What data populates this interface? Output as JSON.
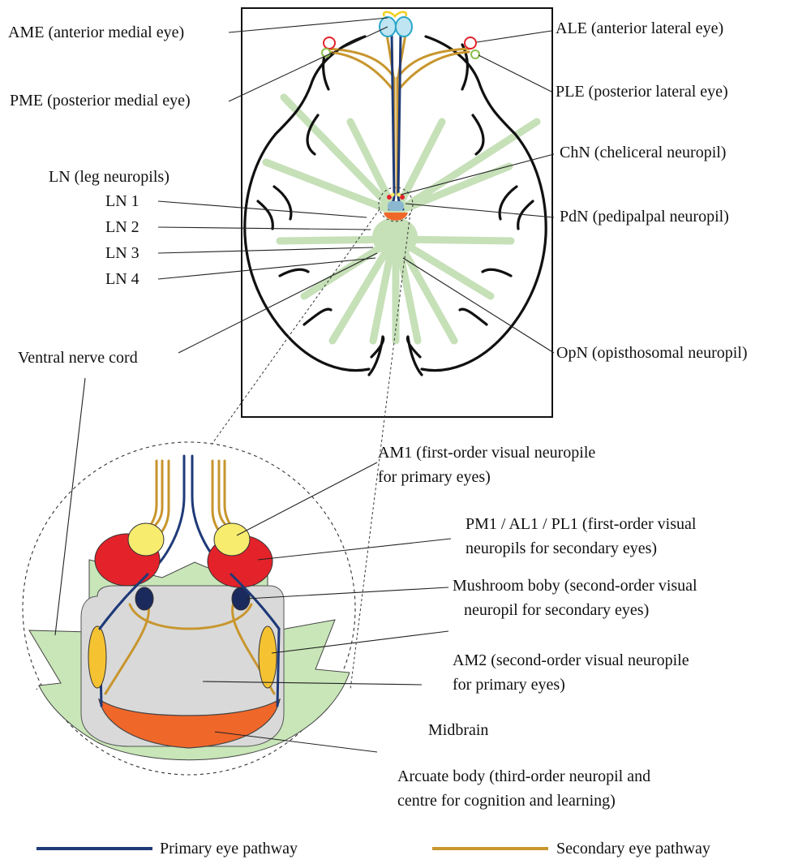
{
  "labels": {
    "ame": "AME (anterior medial eye)",
    "pme": "PME (posterior medial eye)",
    "ale": "ALE (anterior lateral eye)",
    "ple": "PLE (posterior lateral eye)",
    "chn": "ChN (cheliceral neuropil)",
    "pdn": "PdN (pedipalpal neuropil)",
    "ln_title": "LN (leg neuropils)",
    "ln1": "LN 1",
    "ln2": "LN 2",
    "ln3": "LN 3",
    "ln4": "LN 4",
    "ventral_nerve_cord": "Ventral nerve cord",
    "opn": "OpN (opisthosomal neuropil)",
    "am1_line1": "AM1 (first-order visual neuropile",
    "am1_line2": "for primary eyes)",
    "pm1_line1": "PM1 / AL1 / PL1 (first-order visual",
    "pm1_line2": "neuropils for secondary eyes)",
    "mushroom_line1": "Mushroom boby (second-order visual",
    "mushroom_line2": "neuropil for secondary eyes)",
    "am2_line1": "AM2 (second-order visual neuropile",
    "am2_line2": "for primary eyes)",
    "midbrain": "Midbrain",
    "arcuate_line1": "Arcuate body (third-order neuropil and",
    "arcuate_line2": "centre for cognition and learning)"
  },
  "legend": {
    "primary": "Primary eye pathway",
    "secondary": "Secondary eye pathway"
  },
  "colors": {
    "primary_pathway": "#1e3a78",
    "secondary_pathway": "#c8962e",
    "legs": "#c6e0b8",
    "ame": "#bfe4f2",
    "am1": "#f7ec6e",
    "pm1": "#e3222a",
    "am2": "#f5c232",
    "mushroom": "#1b2a5c",
    "midbrain": "#d9d9d9",
    "arcuate": "#f0672a",
    "ventral_cord": "#c8e6b8",
    "ale": "#e3222a",
    "ple": "#8cc04a"
  }
}
